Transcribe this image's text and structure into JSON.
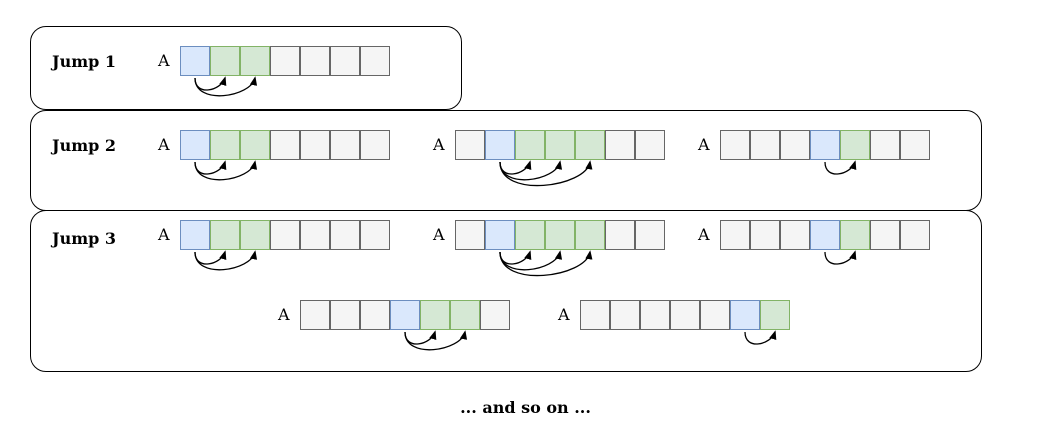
{
  "colors": {
    "empty": "#f5f5f5",
    "start": "#dae8fc",
    "target": "#d5e8d4",
    "cell_border": "#666666",
    "arrow": "#000000"
  },
  "array_label": "A",
  "array_length": 7,
  "panels": [
    {
      "label": "Jump 1",
      "arrays": [
        {
          "start": 0,
          "targets": [
            1,
            2
          ]
        }
      ]
    },
    {
      "label": "Jump 2",
      "arrays": [
        {
          "start": 0,
          "targets": [
            1,
            2
          ]
        },
        {
          "start": 1,
          "targets": [
            2,
            3,
            4
          ]
        },
        {
          "start": 3,
          "targets": [
            4
          ]
        }
      ]
    },
    {
      "label": "Jump 3",
      "arrays": [
        {
          "start": 0,
          "targets": [
            1,
            2
          ]
        },
        {
          "start": 1,
          "targets": [
            2,
            3,
            4
          ]
        },
        {
          "start": 3,
          "targets": [
            4
          ]
        },
        {
          "start": 3,
          "targets": [
            4,
            5
          ]
        },
        {
          "start": 5,
          "targets": [
            6
          ]
        }
      ]
    }
  ],
  "footer": "... and so on ..."
}
